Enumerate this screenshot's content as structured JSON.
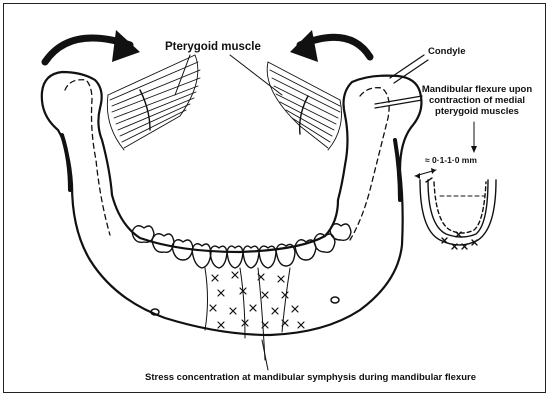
{
  "labels": {
    "pterygoid": "Pterygoid muscle",
    "condyle": "Condyle",
    "flexure_line1": "Mandibular flexure upon",
    "flexure_line2": "contraction of medial",
    "flexure_line3": "pterygoid muscles",
    "range": "≈ 0·1-1·0 mm",
    "stress": "Stress concentration  at mandibular symphysis during mandibular flexure"
  },
  "colors": {
    "ink": "#111111",
    "background": "#ffffff"
  }
}
